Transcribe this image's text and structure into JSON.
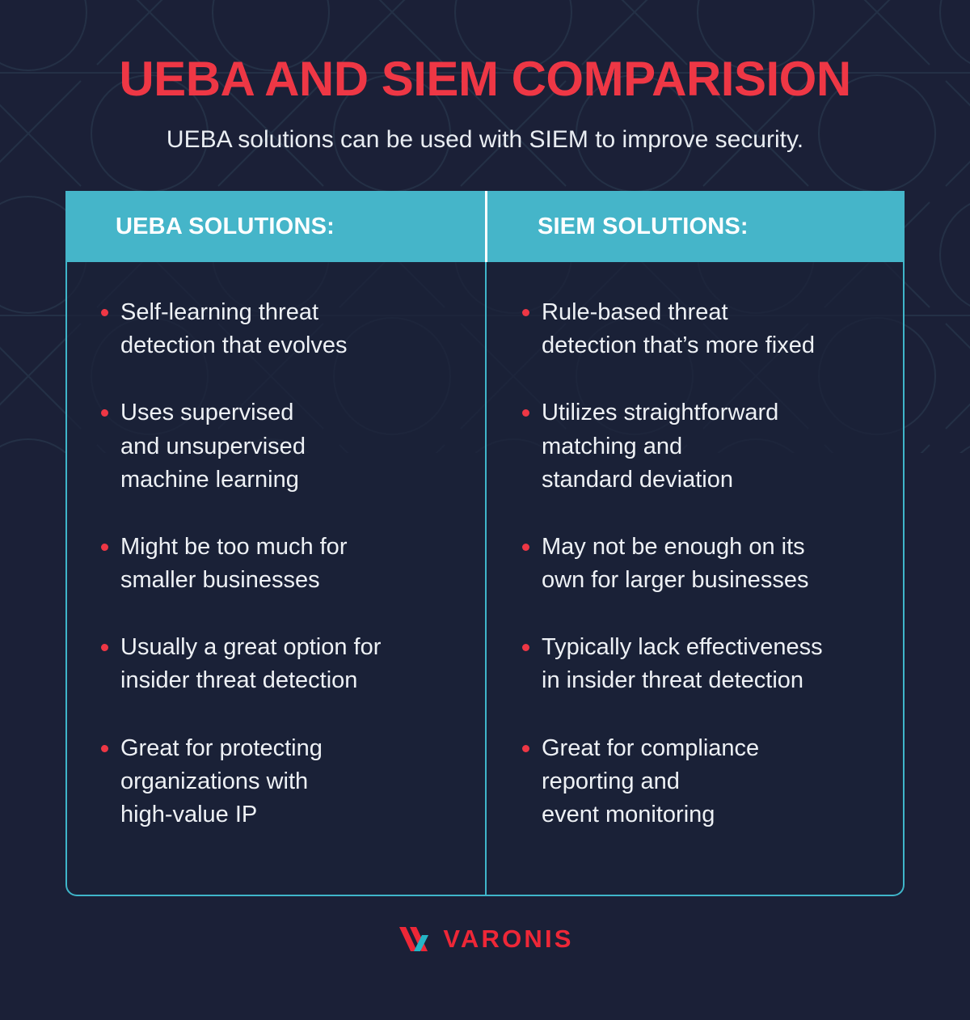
{
  "header": {
    "title": "UEBA AND SIEM COMPARISION",
    "subtitle": "UEBA solutions can be used with SIEM to improve security."
  },
  "table": {
    "columns": [
      {
        "heading": "UEBA SOLUTIONS:",
        "bullets": [
          "Self-learning threat\ndetection that evolves",
          "Uses supervised\nand unsupervised\nmachine learning",
          "Might be too much for\nsmaller businesses",
          "Usually a great option for\ninsider threat detection",
          "Great for protecting\norganizations with\nhigh-value IP"
        ]
      },
      {
        "heading": "SIEM SOLUTIONS:",
        "bullets": [
          "Rule-based threat\ndetection that’s more fixed",
          "Utilizes straightforward\nmatching and\nstandard deviation",
          "May not be enough on its\nown for larger businesses",
          "Typically lack effectiveness\nin insider threat detection",
          "Great for compliance\nreporting and\nevent monitoring"
        ]
      }
    ]
  },
  "footer": {
    "brand": "VARONIS",
    "logo_icon": "varonis-chevron-mark"
  },
  "colors": {
    "background": "#1b2137",
    "accent_red": "#ee3745",
    "accent_teal": "#45b5c9",
    "text_light": "#eef1f5",
    "header_text": "#ffffff",
    "pattern_line": "#2d4356"
  }
}
